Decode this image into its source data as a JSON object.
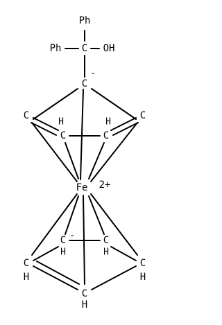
{
  "structure": {
    "name": "",
    "atoms": {
      "ph_top": "Ph",
      "ph_left": "Ph",
      "carbinol_c": "C",
      "hydroxyl": "OH",
      "upper_c_anion": "C",
      "upper_c_anion_charge": "-",
      "upper_c_left": "C",
      "upper_c_right": "C",
      "upper_h_left": "H",
      "upper_h_right": "H",
      "upper_c_inner_left": "C",
      "upper_c_inner_right": "C",
      "iron": "Fe",
      "iron_charge": "2+",
      "lower_c_inner_left": "C",
      "lower_c_inner_left_charge": "-",
      "lower_c_inner_right": "C",
      "lower_h_inner_left": "H",
      "lower_h_inner_right": "H",
      "lower_c_left": "C",
      "lower_c_right": "C",
      "lower_h_left": "H",
      "lower_h_right": "H",
      "lower_c_bottom": "C",
      "lower_h_bottom": "H"
    }
  }
}
